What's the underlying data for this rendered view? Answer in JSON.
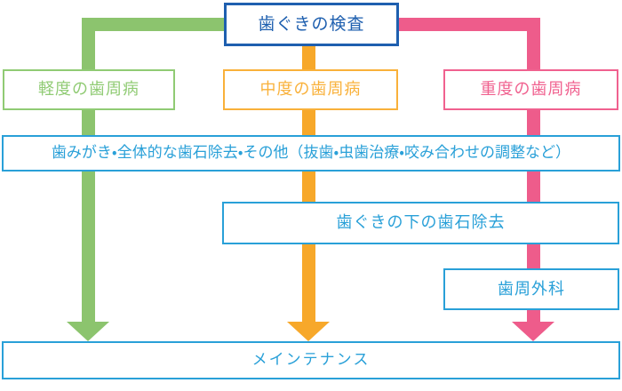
{
  "flowchart": {
    "exam": {
      "label": "歯ぐきの検査"
    },
    "branches": {
      "mild": {
        "label": "軽度の歯周病"
      },
      "moderate": {
        "label": "中度の歯周病"
      },
      "severe": {
        "label": "重度の歯周病"
      }
    },
    "basic_treatment": {
      "label": "歯みがき・全体的な歯石除去・その他（抜歯・虫歯治療・咬み合わせの調整など）"
    },
    "subgingival_scaling": {
      "label": "歯ぐきの下の歯石除去"
    },
    "periodontal_surgery": {
      "label": "歯周外科"
    },
    "maintenance": {
      "label": "メインテナンス"
    }
  },
  "colors": {
    "dark-blue": "#1E5FAF",
    "light-blue": "#29A0D8",
    "green": "#8CC46E",
    "green-box": "#90CB74",
    "orange": "#F7A82A",
    "orange-box": "#F9B13A",
    "pink": "#EE5C8B",
    "pink-box": "#F0618F"
  }
}
